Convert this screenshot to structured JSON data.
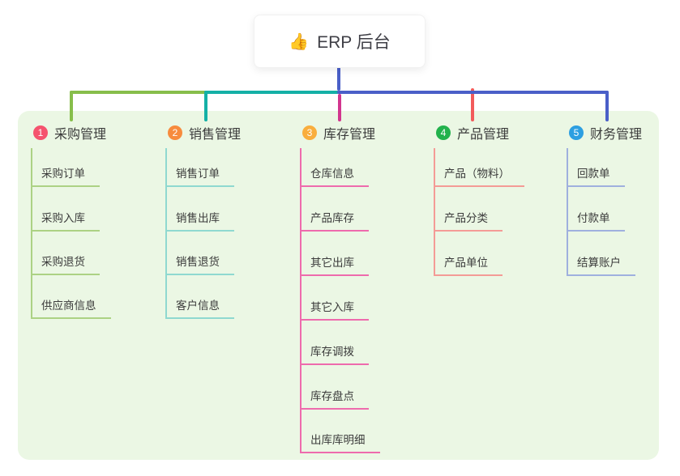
{
  "root": {
    "icon": "👍",
    "label": "ERP 后台"
  },
  "branches": [
    {
      "num": "1",
      "label": "采购管理",
      "badge_color": "#f5536e",
      "line_color": "#87be4b",
      "light_color": "#acd284",
      "items": [
        "采购订单",
        "采购入库",
        "采购退货",
        "供应商信息"
      ]
    },
    {
      "num": "2",
      "label": "销售管理",
      "badge_color": "#f78b3d",
      "line_color": "#14b0a6",
      "light_color": "#8fd9d0",
      "items": [
        "销售订单",
        "销售出库",
        "销售退货",
        "客户信息"
      ]
    },
    {
      "num": "3",
      "label": "库存管理",
      "badge_color": "#f9ae3d",
      "line_color": "#d2358e",
      "light_color": "#ee6bad",
      "items": [
        "仓库信息",
        "产品库存",
        "其它出库",
        "其它入库",
        "库存调拨",
        "库存盘点",
        "出库库明细"
      ]
    },
    {
      "num": "4",
      "label": "产品管理",
      "badge_color": "#22b24c",
      "line_color": "#f25b5b",
      "light_color": "#f49b96",
      "items": [
        "产品（物料）",
        "产品分类",
        "产品单位"
      ]
    },
    {
      "num": "5",
      "label": "财务管理",
      "badge_color": "#2d9fe1",
      "line_color": "#3e63c6",
      "light_color": "#9fb0de",
      "items": [
        "回款单",
        "付款单",
        "结算账户"
      ]
    }
  ],
  "colors": {
    "root_connector": "#4a5fc8",
    "panel_background": "#ebf7e4",
    "canvas_background": "#ffffff",
    "text": "#3b3b3b"
  }
}
